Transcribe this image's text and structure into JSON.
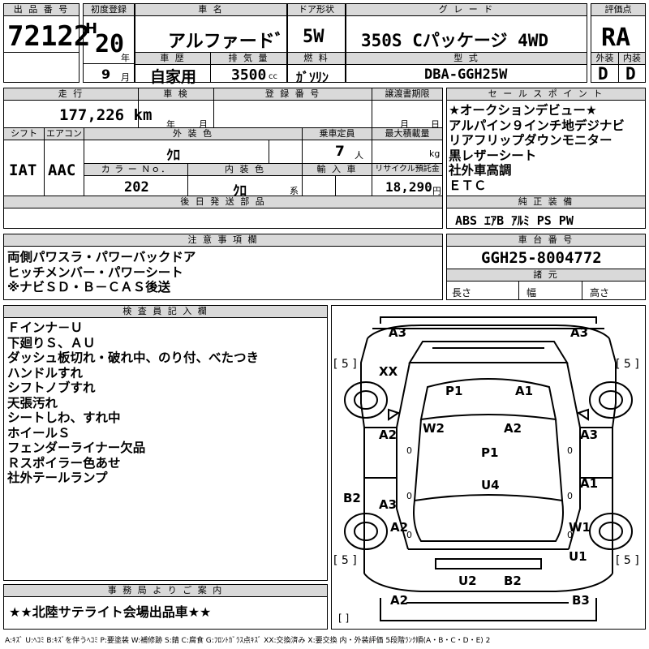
{
  "header": {
    "lot_no_label": "出 品 番 号",
    "lot_no": "72122",
    "first_reg_label": "初度登録",
    "era": "H",
    "year": "20",
    "year_unit": "年",
    "month": "9",
    "month_unit": "月",
    "name_label": "車 名",
    "name": "アルファードﾞ",
    "door_label": "ドア形状",
    "door": "5W",
    "grade_label": "グ レ ー ド",
    "grade": "350S Cパッケージ 4WD",
    "score_label": "評価点",
    "score": "RA",
    "history_label": "車 歴",
    "history": "自家用",
    "displacement_label": "排 気 量",
    "displacement": "3500",
    "displacement_unit": "cc",
    "fuel_label": "燃 料",
    "fuel": "ｶﾞｿﾘﾝ",
    "model_label": "型 式",
    "model": "DBA-GGH25W",
    "exterior_label": "外装",
    "exterior": "D",
    "interior_label": "内装",
    "interior": "D"
  },
  "details": {
    "mileage_label": "走 行",
    "mileage": "177,226 km",
    "inspection_label": "車 検",
    "inspection_year_unit": "年",
    "inspection_month_unit": "月",
    "reg_no_label": "登 録 番 号",
    "transfer_label": "譲渡書期限",
    "transfer_month_unit": "月",
    "transfer_day_unit": "日",
    "shift_label": "シフト",
    "shift": "IAT",
    "ac_label": "エアコン",
    "ac": "AAC",
    "ext_color_label": "外 装 色",
    "ext_color": "ｸﾛ",
    "capacity_label": "乗車定員",
    "capacity": "7",
    "capacity_unit": "人",
    "load_label": "最大積載量",
    "load_unit": "kg",
    "color_no_label": "カ ラ ー Ｎｏ．",
    "color_no": "202",
    "int_color_label": "内 装 色",
    "int_color": "ｸﾛ",
    "int_color_unit": "系",
    "import_label": "輸 入 車",
    "recycle_label": "リサイクル預託金",
    "recycle": "18,290",
    "recycle_unit": "円",
    "later_parts_label": "後 日 発 送 部 品"
  },
  "sales_points": {
    "label": "セ ー ル ス ポ イ ン ト",
    "lines": [
      "★オークションデビュー★",
      "アルパイン９インチ地デジナビ",
      "リアフリップダウンモニター",
      "黒レザーシート",
      "社外車高調",
      "ＥＴＣ"
    ]
  },
  "equipment": {
    "label": "純 正 装 備",
    "value": "ABS ｴｱB ｱﾙﾐ PS PW"
  },
  "notes": {
    "label": "注 意 事 項 欄",
    "lines": [
      "両側パワスラ・パワーバックドア",
      "ヒッチメンバー・パワーシート",
      "※ナビＳＤ・Ｂ－ＣＡＳ後送"
    ]
  },
  "chassis": {
    "label": "車 台 番 号",
    "value": "GGH25-8004772",
    "specs_label": "諸 元",
    "length_label": "長さ",
    "width_label": "幅",
    "height_label": "高さ"
  },
  "inspector": {
    "label": "検 査 員 記 入 欄",
    "lines": [
      "Ｆインナ－Ｕ",
      "下廻りＳ、ＡＵ",
      "ダッシュ板切れ・破れ中、のり付、べたつき",
      "ハンドルすれ",
      "シフトノブすれ",
      "天張汚れ",
      "シートしわ、すれ中",
      "ホイールＳ",
      "フェンダーライナー欠品",
      "Ｒスポイラー色あせ",
      "社外テールランプ"
    ]
  },
  "office": {
    "label": "事 務 局 よ り ご 案 内",
    "text": "★★北陸サテライト会場出品車★★"
  },
  "diagram": {
    "marks": [
      "A3",
      "A3",
      "XX",
      "P1",
      "A1",
      "W2",
      "A2",
      "A2",
      "A3",
      "P1",
      "U4",
      "B2",
      "A3",
      "A1",
      "A2",
      "W1",
      "U1",
      "U2",
      "B2",
      "A2",
      "B3"
    ],
    "tire_labels": [
      "[ 5 ]",
      "[ 5 ]",
      "[ 5 ]",
      "[ 5 ]",
      "[   ]"
    ],
    "small_zeros": [
      "0",
      "0",
      "0",
      "0",
      "0",
      "0"
    ]
  },
  "legend": "A:ｷｽﾞ U:ﾍｺﾐ B:ｷｽﾞを伴うﾍｺﾐ P:要塗装 W:補修跡 S:錆 C:腐食 G:ﾌﾛﾝﾄｶﾞﾗｽ点ｷｽﾞ XX:交換済み X:要交換  内・外装評価 5段階ﾗﾝｸ順(A・B・C・D・E) 2"
}
